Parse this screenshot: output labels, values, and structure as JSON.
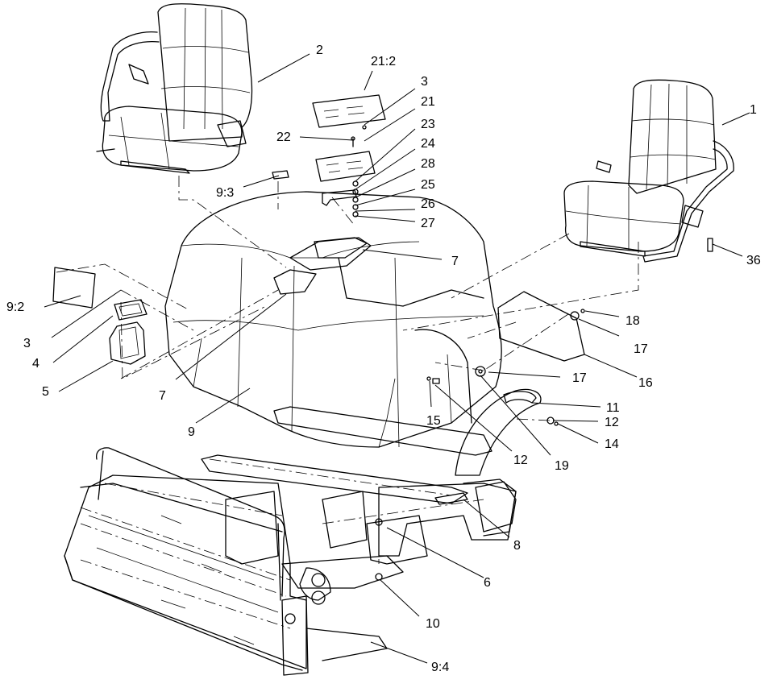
{
  "diagram": {
    "callouts": [
      {
        "id": "c1",
        "text": "1"
      },
      {
        "id": "c2",
        "text": "2"
      },
      {
        "id": "c3a",
        "text": "3"
      },
      {
        "id": "c3b",
        "text": "3"
      },
      {
        "id": "c4",
        "text": "4"
      },
      {
        "id": "c5",
        "text": "5"
      },
      {
        "id": "c6",
        "text": "6"
      },
      {
        "id": "c7a",
        "text": "7"
      },
      {
        "id": "c7b",
        "text": "7"
      },
      {
        "id": "c8",
        "text": "8"
      },
      {
        "id": "c9",
        "text": "9"
      },
      {
        "id": "c9_2",
        "text": "9:2"
      },
      {
        "id": "c9_3",
        "text": "9:3"
      },
      {
        "id": "c9_4",
        "text": "9:4"
      },
      {
        "id": "c10",
        "text": "10"
      },
      {
        "id": "c11",
        "text": "11"
      },
      {
        "id": "c12a",
        "text": "12"
      },
      {
        "id": "c12b",
        "text": "12"
      },
      {
        "id": "c14",
        "text": "14"
      },
      {
        "id": "c15",
        "text": "15"
      },
      {
        "id": "c16",
        "text": "16"
      },
      {
        "id": "c17a",
        "text": "17"
      },
      {
        "id": "c17b",
        "text": "17"
      },
      {
        "id": "c18",
        "text": "18"
      },
      {
        "id": "c19",
        "text": "19"
      },
      {
        "id": "c21",
        "text": "21"
      },
      {
        "id": "c21_2",
        "text": "21:2"
      },
      {
        "id": "c22",
        "text": "22"
      },
      {
        "id": "c23",
        "text": "23"
      },
      {
        "id": "c24",
        "text": "24"
      },
      {
        "id": "c25",
        "text": "25"
      },
      {
        "id": "c26",
        "text": "26"
      },
      {
        "id": "c27",
        "text": "27"
      },
      {
        "id": "c28",
        "text": "28"
      },
      {
        "id": "c36",
        "text": "36"
      }
    ]
  }
}
